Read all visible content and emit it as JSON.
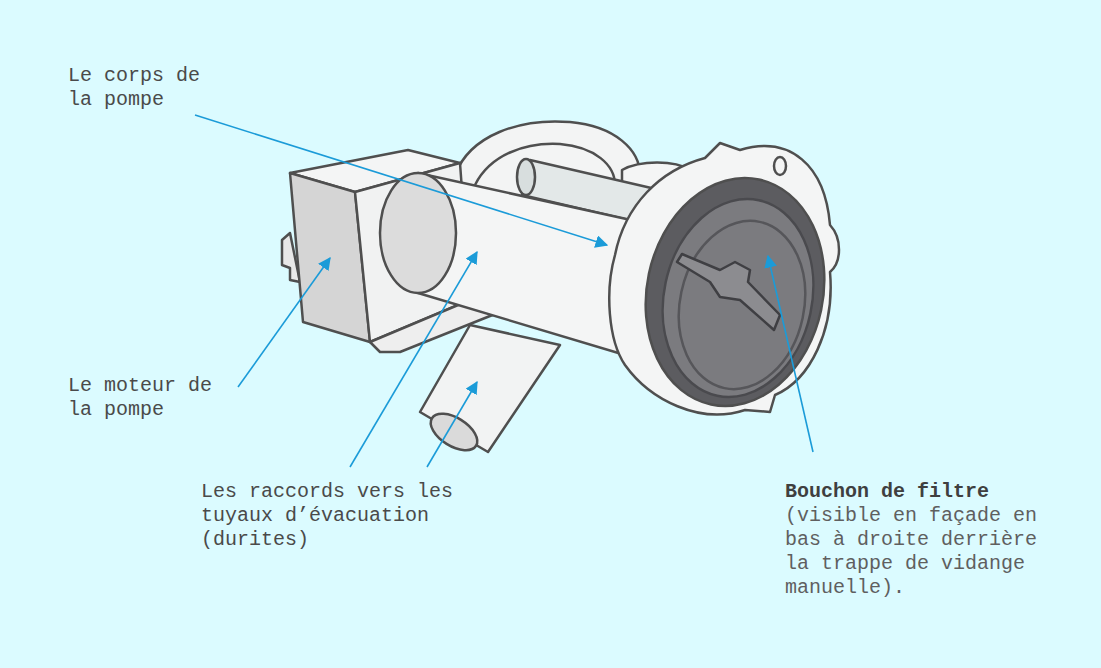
{
  "diagram": {
    "labels": [
      "Le corps de la pompe",
      "Le moteur de la pompe",
      "Les raccords vers les tuyaux d’évacuation (durites)",
      "Bouchon de filtre",
      "(visible en façade en bas à droite derrière la trappe de vidange manuelle)."
    ]
  }
}
